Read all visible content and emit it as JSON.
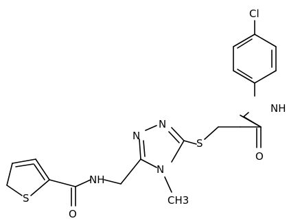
{
  "molecule": {
    "atoms": {
      "cl": "Cl",
      "nh_amide_right": "NH",
      "o_right": "O",
      "s_thioether": "S",
      "n_triazole_a": "N",
      "n_triazole_b": "N",
      "n_triazole_c": "N",
      "methyl": "CH3",
      "nh_amide_left": "NH",
      "o_left": "O",
      "s_thiophene": "S"
    }
  },
  "colors": {
    "bond": "#000000",
    "text": "#000000",
    "background": "#ffffff"
  }
}
